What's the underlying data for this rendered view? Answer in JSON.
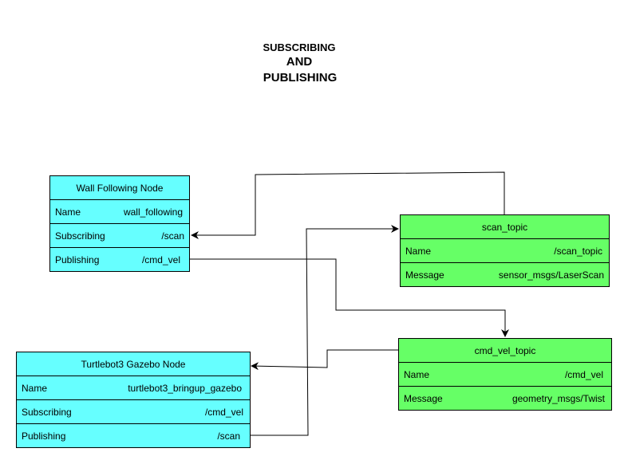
{
  "title": {
    "line1": "SUBSCRIBING",
    "line2": "AND",
    "line3": "PUBLISHING"
  },
  "nodes": {
    "wall_following": {
      "header": "Wall Following Node",
      "name_label": "Name",
      "name_value": "wall_following",
      "sub_label": "Subscribing",
      "sub_value": "/scan",
      "pub_label": "Publishing",
      "pub_value": "/cmd_vel",
      "color": "#66ffff"
    },
    "turtlebot": {
      "header": "Turtlebot3 Gazebo Node",
      "name_label": "Name",
      "name_value": "turtlebot3_bringup_gazebo",
      "sub_label": "Subscribing",
      "sub_value": "/cmd_vel",
      "pub_label": "Publishing",
      "pub_value": "/scan",
      "color": "#66ffff"
    }
  },
  "topics": {
    "scan": {
      "header": "scan_topic",
      "name_label": "Name",
      "name_value": "/scan_topic",
      "msg_label": "Message",
      "msg_value": "sensor_msgs/LaserScan",
      "color": "#66ff66"
    },
    "cmd_vel": {
      "header": "cmd_vel_topic",
      "name_label": "Name",
      "name_value": "/cmd_vel",
      "msg_label": "Message",
      "msg_value": "geometry_msgs/Twist",
      "color": "#66ff66"
    }
  }
}
